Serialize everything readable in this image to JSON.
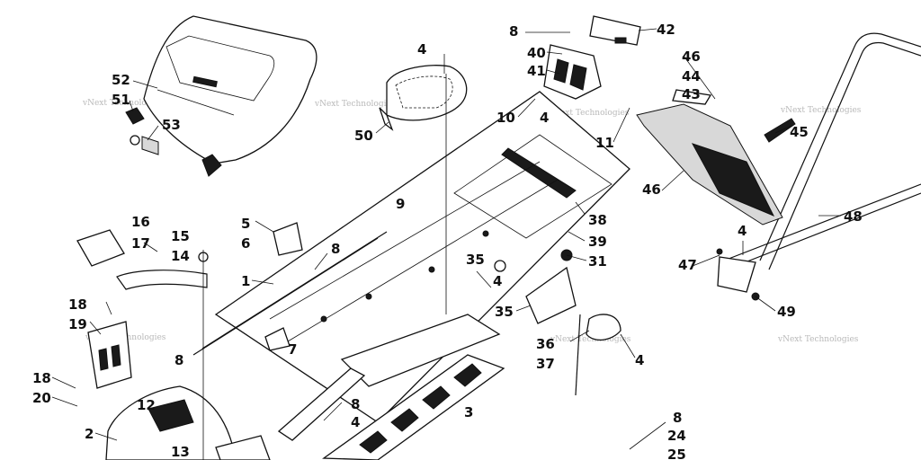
{
  "watermark": "vNext Technologies",
  "callouts": {
    "c1": "1",
    "c2": "2",
    "c3": "3",
    "c4a": "4",
    "c4b": "4",
    "c4c": "4",
    "c4d": "4",
    "c4e": "4",
    "c4f": "4",
    "c5": "5",
    "c6": "6",
    "c7": "7",
    "c8a": "8",
    "c8b": "8",
    "c8c": "8",
    "c8d": "8",
    "c8e": "8",
    "c9": "9",
    "c10": "10",
    "c11": "11",
    "c12": "12",
    "c13": "13",
    "c14": "14",
    "c15": "15",
    "c16": "16",
    "c17": "17",
    "c18a": "18",
    "c18b": "18",
    "c19": "19",
    "c20": "20",
    "c24": "24",
    "c25": "25",
    "c31": "31",
    "c35a": "35",
    "c35b": "35",
    "c36": "36",
    "c37": "37",
    "c38": "38",
    "c39": "39",
    "c40": "40",
    "c41": "41",
    "c42": "42",
    "c43": "43",
    "c44": "44",
    "c45": "45",
    "c46a": "46",
    "c46b": "46",
    "c47": "47",
    "c48": "48",
    "c49": "49",
    "c50": "50",
    "c51": "51",
    "c52": "52",
    "c53": "53"
  }
}
